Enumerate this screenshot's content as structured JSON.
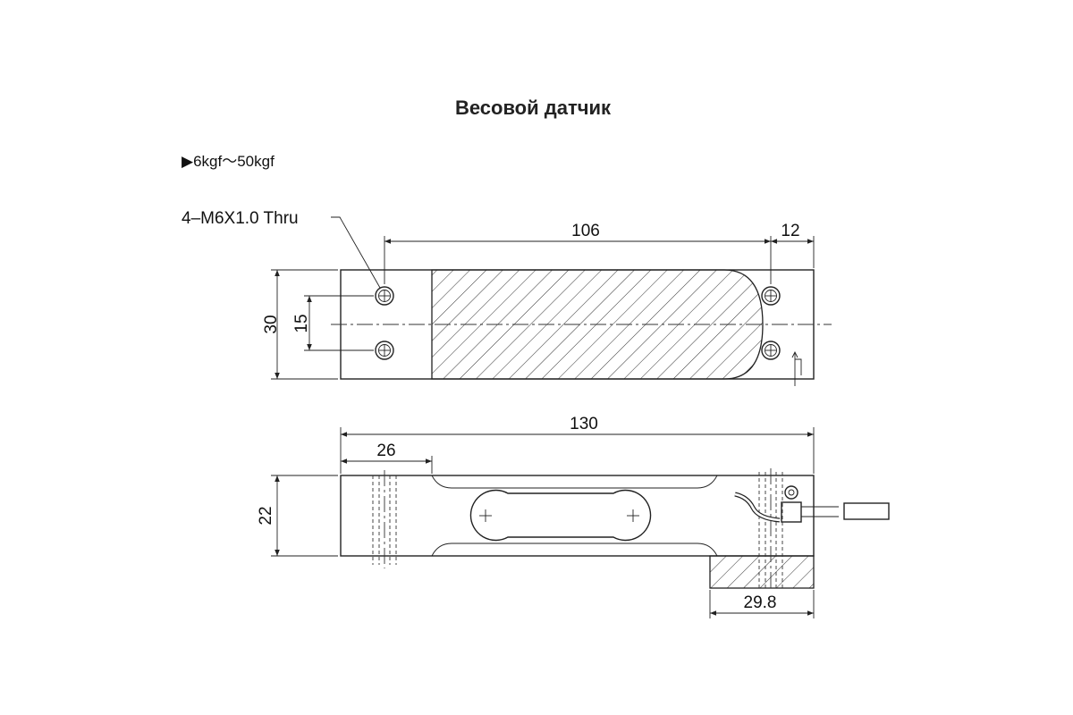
{
  "title": "Весовой датчик",
  "capacity_range": "▶6kgf～50kgf",
  "hole_note": "4–M6X1.0 Thru",
  "dimensions": {
    "hole_pitch_length": "106",
    "hole_to_end": "12",
    "width": "30",
    "hole_pitch_width": "15",
    "length": "130",
    "mount_zone": "26",
    "height": "22",
    "mount_offset": "29.8"
  }
}
